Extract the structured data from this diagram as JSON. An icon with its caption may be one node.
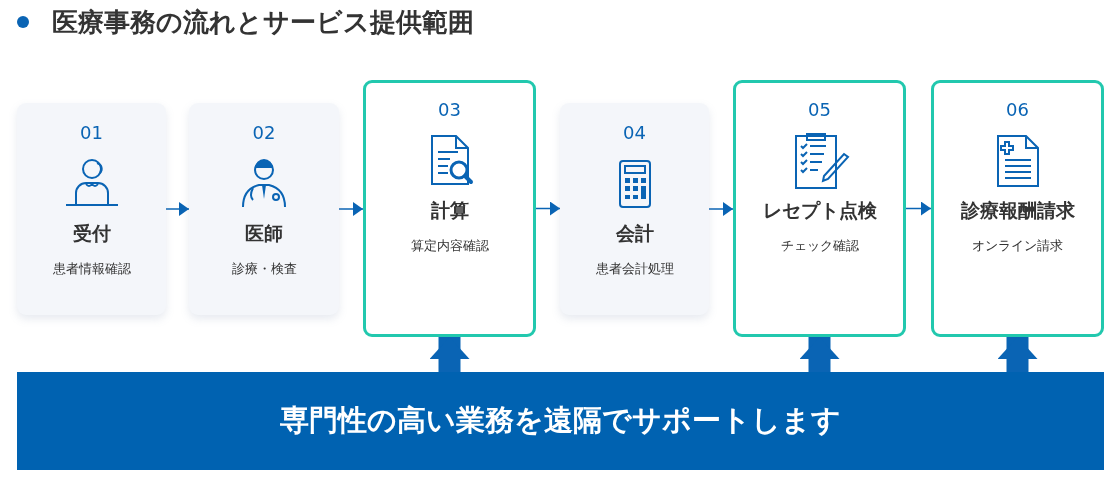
{
  "diagram": {
    "title": "医療事務の流れとサービス提供範囲",
    "nodes": [
      {
        "text": [
          "01",
          "受付",
          "患者情報確認"
        ]
      },
      {
        "text": [
          "02",
          "医師",
          "診療・検査"
        ]
      },
      {
        "text": [
          "03",
          "計算",
          "算定内容確認"
        ]
      },
      {
        "text": [
          "04",
          "会計",
          "患者会計処理"
        ]
      },
      {
        "text": [
          "05",
          "レセプト点検",
          "チェック確認"
        ]
      },
      {
        "text": [
          "06",
          "診療報酬請求",
          "オンライン請求"
        ]
      },
      {
        "text": [
          "専門性の高い業務を遠隔でサポートします"
        ]
      }
    ],
    "edges": [
      {
        "from": 0,
        "to": 1,
        "arrow": "to"
      },
      {
        "from": 1,
        "to": 2,
        "arrow": "to"
      },
      {
        "from": 2,
        "to": 3,
        "arrow": "to"
      },
      {
        "from": 3,
        "to": 4,
        "arrow": "to"
      },
      {
        "from": 4,
        "to": 5,
        "arrow": "to"
      },
      {
        "from": 6,
        "to": 2,
        "arrow": "to",
        "style": "thick"
      },
      {
        "from": 6,
        "to": 4,
        "arrow": "to",
        "style": "thick"
      },
      {
        "from": 6,
        "to": 5,
        "arrow": "to",
        "style": "thick"
      }
    ]
  }
}
